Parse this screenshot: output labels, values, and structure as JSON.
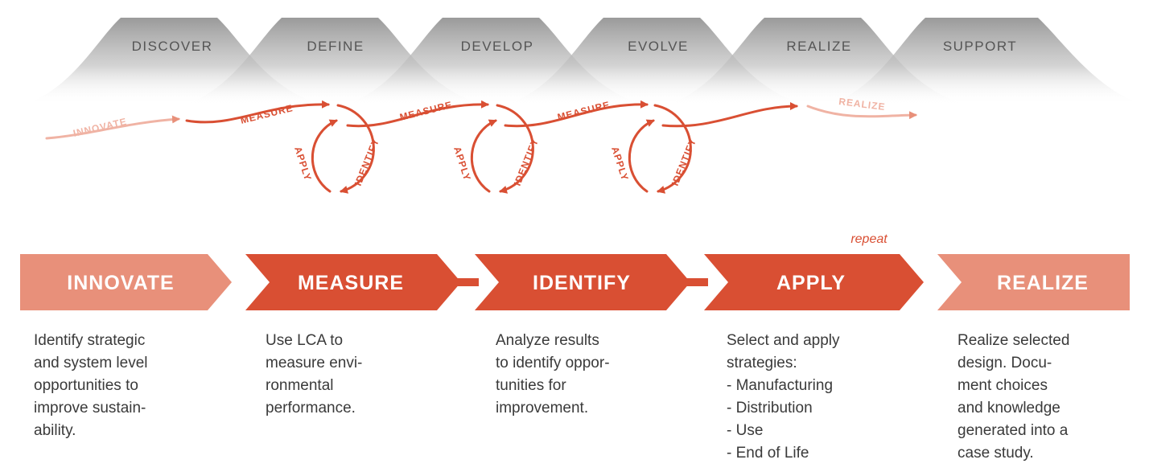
{
  "phases": [
    "DISCOVER",
    "DEFINE",
    "DEVELOP",
    "EVOLVE",
    "REALIZE",
    "SUPPORT"
  ],
  "curve_labels": {
    "innovate": "INNOVATE",
    "measure": "MEASURE",
    "apply": "APPLY",
    "identify": "IDENTIFY",
    "realize": "REALIZE"
  },
  "repeat": "repeat",
  "steps": [
    {
      "label": "INNOVATE",
      "lines": [
        "Identify strategic",
        "and system level",
        "opportunities to",
        "improve sustain-",
        "ability."
      ]
    },
    {
      "label": "MEASURE",
      "lines": [
        "Use LCA to",
        "measure envi-",
        "ronmental",
        "performance."
      ]
    },
    {
      "label": "IDENTIFY",
      "lines": [
        "Analyze results",
        "to identify oppor-",
        "tunities for",
        "improvement."
      ]
    },
    {
      "label": "APPLY",
      "lines": [
        "Select and apply",
        "strategies:",
        "- Manufacturing",
        "- Distribution",
        "- Use",
        "- End of Life"
      ]
    },
    {
      "label": "REALIZE",
      "lines": [
        "Realize selected",
        "design. Docu-",
        "ment choices",
        "and knowledge",
        "generated into a",
        "case study."
      ]
    }
  ],
  "colors": {
    "light": "#e8907a",
    "dark": "#d94f33",
    "faded": "#f0b3a4"
  }
}
